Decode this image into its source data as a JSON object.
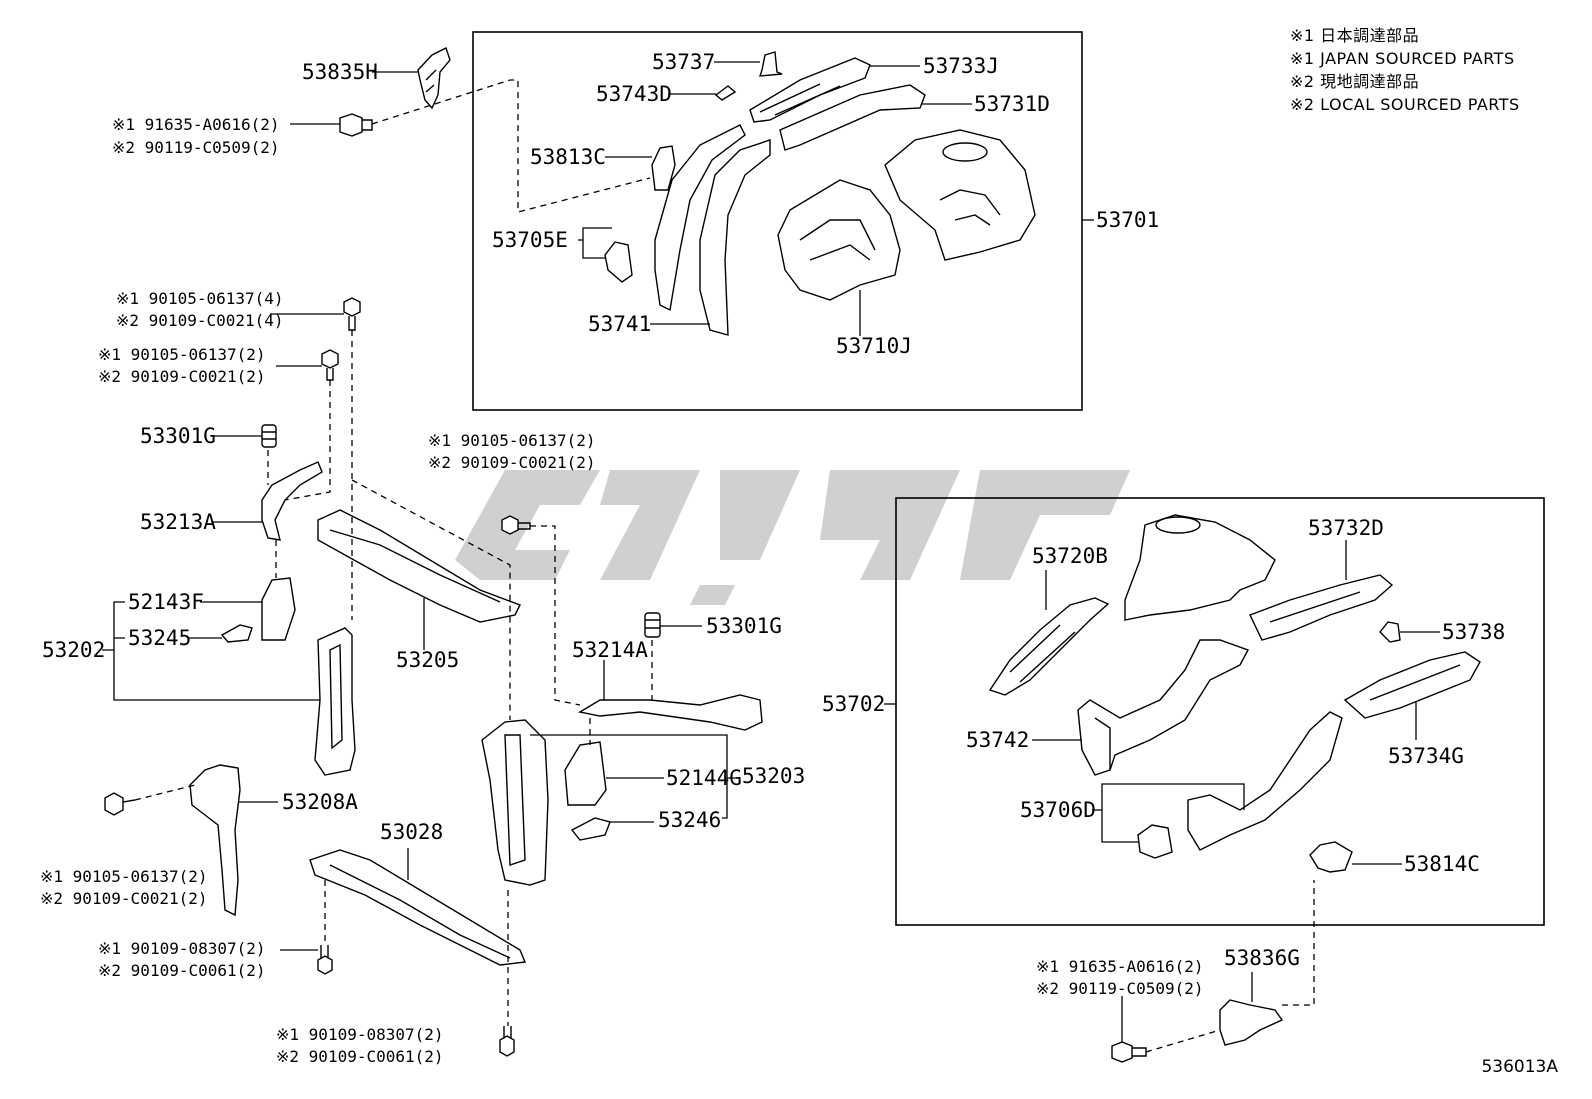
{
  "legend": {
    "line1": "※1 日本調達部品",
    "line2": "※1 JAPAN SOURCED PARTS",
    "line3": "※2 現地調達部品",
    "line4": "※2 LOCAL SOURCED PARTS"
  },
  "diagram_code": "536013A",
  "parts": {
    "p53835H": "53835H",
    "p53737": "53737",
    "p53743D": "53743D",
    "p53733J": "53733J",
    "p53731D": "53731D",
    "p53813C": "53813C",
    "p53705E": "53705E",
    "p53701": "53701",
    "p53741": "53741",
    "p53710J": "53710J",
    "p53301G_a": "53301G",
    "p53213A": "53213A",
    "p52143F": "52143F",
    "p53245": "53245",
    "p53202": "53202",
    "p53205": "53205",
    "p53208A": "53208A",
    "p53028": "53028",
    "p53214A": "53214A",
    "p53301G_b": "53301G",
    "p52144G": "52144G",
    "p53203": "53203",
    "p53246": "53246",
    "p53720B": "53720B",
    "p53732D": "53732D",
    "p53738": "53738",
    "p53702": "53702",
    "p53742": "53742",
    "p53734G": "53734G",
    "p53706D": "53706D",
    "p53814C": "53814C",
    "p53836G": "53836G"
  },
  "fasteners": {
    "f1_a": "※1 91635-A0616(2)",
    "f1_b": "※2 90119-C0509(2)",
    "f2_a": "※1 90105-06137(4)",
    "f2_b": "※2 90109-C0021(4)",
    "f3_a": "※1 90105-06137(2)",
    "f3_b": "※2 90109-C0021(2)",
    "f4_a": "※1 90105-06137(2)",
    "f4_b": "※2 90109-C0021(2)",
    "f5_a": "※1 90105-06137(2)",
    "f5_b": "※2 90109-C0021(2)",
    "f6_a": "※1 90109-08307(2)",
    "f6_b": "※2 90109-C0061(2)",
    "f7_a": "※1 90109-08307(2)",
    "f7_b": "※2 90109-C0061(2)",
    "f8_a": "※1 91635-A0616(2)",
    "f8_b": "※2 90119-C0509(2)"
  }
}
